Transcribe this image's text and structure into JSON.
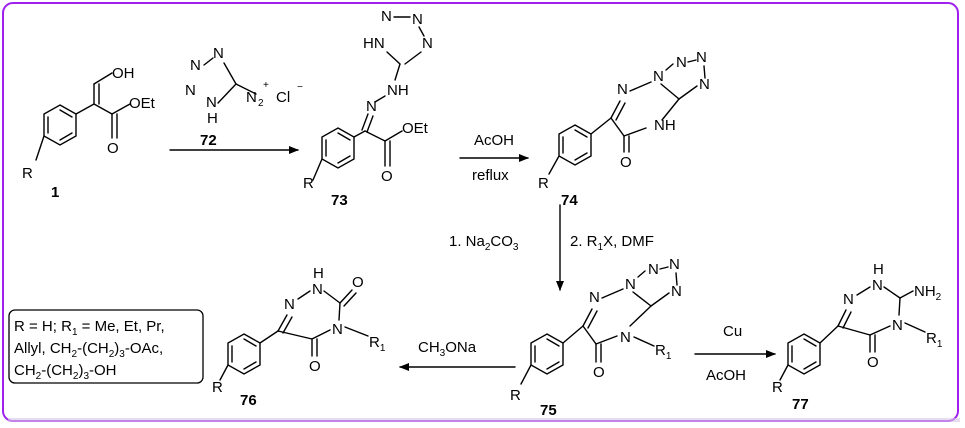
{
  "frame_color": "#a020f0",
  "compounds": {
    "c1": {
      "number": "1"
    },
    "c72": {
      "number": "72"
    },
    "c73": {
      "number": "73"
    },
    "c74": {
      "number": "74"
    },
    "c75": {
      "number": "75"
    },
    "c76": {
      "number": "76"
    },
    "c77": {
      "number": "77"
    }
  },
  "atoms": {
    "R": "R",
    "OH": "OH",
    "OEt": "OEt",
    "O": "O",
    "N": "N",
    "HN": "HN",
    "H": "H",
    "NH": "NH",
    "HN_tz": "HN",
    "NH_ring": "NH",
    "N_N": "N",
    "NH2": "NH",
    "subscript_2": "2",
    "R1": "R",
    "subscript_1": "1",
    "diazonium": "N",
    "plus": "+",
    "chloride": "Cl",
    "minus": "−"
  },
  "conditions": {
    "acoh": "AcOH",
    "reflux": "reflux",
    "step1": "1. Na",
    "step1_sub": "2",
    "step1_co": "CO",
    "step1_sub3": "3",
    "step2": "2. R",
    "step2_sub": "1",
    "step2_rest": "X, DMF",
    "ch3ona": "CH",
    "ch3ona_sub": "3",
    "ch3ona_rest": "ONa",
    "cu": "Cu",
    "acoh2": "AcOH"
  },
  "legend": {
    "line1": "R = H; R",
    "line1_sub": "1",
    "line1_rest": " = Me, Et, Pr,",
    "line2": "Allyl, CH",
    "line2_sub1": "2",
    "line2_mid": "-(CH",
    "line2_sub2": "2",
    "line2_paren": ")",
    "line2_sub3": "3",
    "line2_rest": "-OAc,",
    "line3": "CH",
    "line3_sub1": "2",
    "line3_mid": "-(CH",
    "line3_sub2": "2",
    "line3_paren": ")",
    "line3_sub3": "3",
    "line3_rest": "-OH"
  }
}
